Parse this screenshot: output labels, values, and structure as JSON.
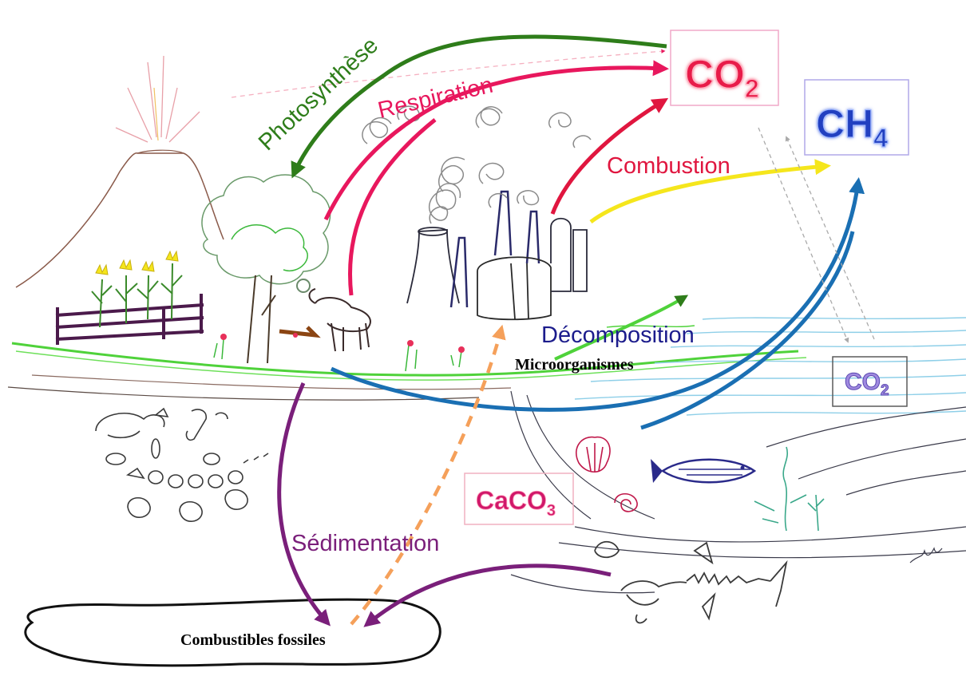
{
  "labels": {
    "photosynthese": "Photosynthèse",
    "respiration": "Respiration",
    "combustion": "Combustion",
    "decomposition": "Décomposition",
    "microorganismes": "Microorganismes",
    "sedimentation": "Sédimentation",
    "combustibles_fossiles": "Combustibles fossiles"
  },
  "chemicals": {
    "co2_atm": {
      "base": "CO",
      "sub": "2"
    },
    "ch4": {
      "base": "CH",
      "sub": "4"
    },
    "co2_ocean": {
      "base": "CO",
      "sub": "2"
    },
    "caco3": {
      "base": "CaCO",
      "sub": "3"
    }
  },
  "colors": {
    "photosynthesis": "#2e7d1a",
    "respiration": "#e8175d",
    "combustion_label": "#e0163f",
    "combustion_ch4": "#f5e61c",
    "decomposition": "#1a6fb3",
    "decomposition_label": "#1c1c8c",
    "sedimentation": "#7a1f7a",
    "caco3_dashed": "#f5a05a",
    "co2_text": "#e81c4a",
    "ch4_text": "#2040c0",
    "co2_ocean_text": "#a08ae0",
    "caco3_text": "#d0186a",
    "ground": "#4fd23a",
    "water": "#8ecfe8"
  }
}
